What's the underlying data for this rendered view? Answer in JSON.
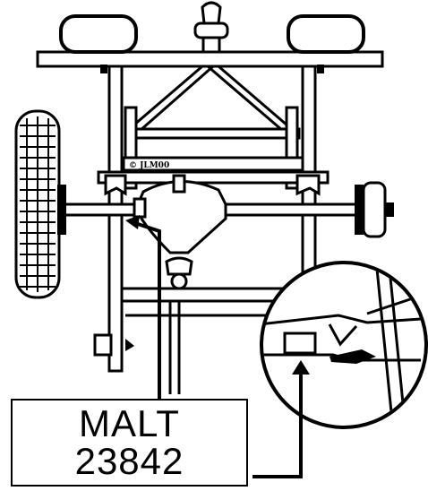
{
  "diagram": {
    "copyright_label": "© JLM00",
    "callout": {
      "line1": "MALT",
      "line2": "23842"
    }
  }
}
